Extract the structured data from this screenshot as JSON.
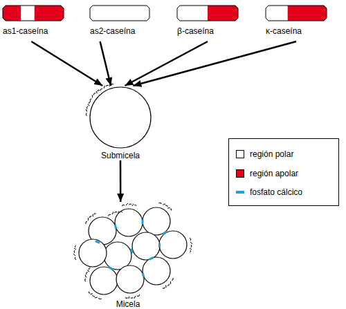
{
  "diagram": {
    "nodes": [
      {
        "text": [
          "as1-caseína"
        ]
      },
      {
        "text": [
          "as2-caseína"
        ]
      },
      {
        "text": [
          "β-caseína"
        ]
      },
      {
        "text": [
          "κ-caseína"
        ]
      },
      {
        "text": [
          "Submicela"
        ]
      },
      {
        "text": [
          "Micela"
        ]
      }
    ],
    "edges": [
      {
        "from": 0,
        "to": 4,
        "arrow": "to"
      },
      {
        "from": 1,
        "to": 4,
        "arrow": "to"
      },
      {
        "from": 2,
        "to": 4,
        "arrow": "to"
      },
      {
        "from": 3,
        "to": 4,
        "arrow": "to"
      },
      {
        "from": 4,
        "to": 5,
        "arrow": "to"
      }
    ],
    "legend": [
      {
        "text": "región polar",
        "color": "#ffffff"
      },
      {
        "text": "región apolar",
        "color": "#e2001a"
      },
      {
        "text": "fosfato cálcico",
        "color": "#1d9fda"
      }
    ]
  }
}
